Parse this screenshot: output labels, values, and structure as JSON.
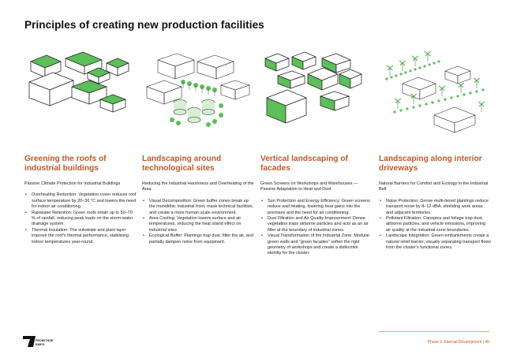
{
  "page": {
    "title": "Principles of creating new production facilities"
  },
  "columns": [
    {
      "heading": "Greening the roofs of industrial buildings",
      "intro": "Passive Climate Protection for Industrial Buildings",
      "illustration": "green-roofs-buildings",
      "bullets": [
        "Overheating Reduction: Vegetation cover reduces roof surface temperature by 20–30 °C and lowers the need for indoor air conditioning.",
        "Rainwater Retention: Green roofs retain up to 50–70 % of rainfall, reducing peak loads on the storm-water drainage system.",
        "Thermal Insulation: The substrate and plant layer improve the roof's thermal performance, stabilising indoor temperatures year-round."
      ]
    },
    {
      "heading": "Landscaping around technological sites",
      "intro": "Reducing the Industrial Harshness and Overheating of the Area",
      "illustration": "technological-sites-trees",
      "bullets": [
        "Visual Decomposition: Green buffer zones break up the monolithic industrial front, mask technical facilities, and create a more human-scale environment.",
        "Area Cooling: Vegetation lowers surface and air temperatures, reducing the heat island effect on industrial sites.",
        "Ecological Buffer: Plantings trap dust, filter the air, and partially dampen noise from equipment."
      ]
    },
    {
      "heading": "Vertical landscaping of facades",
      "intro": "Green Screens on Workshops and Warehouses — Passive Adaptation to Heat and Dust",
      "illustration": "green-facades-buildings",
      "bullets": [
        "Sun Protection and Energy Efficiency: Green screens reduce wall heating, lowering heat gains into the premises and the need for air conditioning.",
        "Dust Filtration and Air Quality Improvement: Dense vegetation traps airborne particles and acts as an air filter at the boundary of industrial zones.",
        "Visual Transformation of the Industrial Zone: Modular green walls and \"green facades\" soften the rigid geometry of workshops and create a distinctive identity for the cluster."
      ]
    },
    {
      "heading": "Landscaping along interior driveways",
      "intro": "Natural Barriers for Comfort and Ecology in the Industrial Belt",
      "illustration": "driveway-palm-rows",
      "bullets": [
        "Noise Protection: Dense multi-tiered plantings reduce transport noise by 8–12 dBA, shielding work areas and adjacent territories.",
        "Pollutant Filtration: Canopies and foliage trap dust, airborne particles, and vehicle emissions, improving air quality at the industrial zone boundaries.",
        "Landscape Integration: Green embankments create a natural relief barrier, visually separating transport flows from the cluster's functional zones."
      ]
    }
  ],
  "footer": {
    "logo_line1": "ПРОЕКТНОЕ",
    "logo_line2": "БЮРО",
    "section": "Phase 2. Internal Development",
    "separator": "|",
    "page_number": "40"
  },
  "colors": {
    "accent": "#c0592a",
    "green": "#5cbf59",
    "line": "#2a2a2a"
  }
}
